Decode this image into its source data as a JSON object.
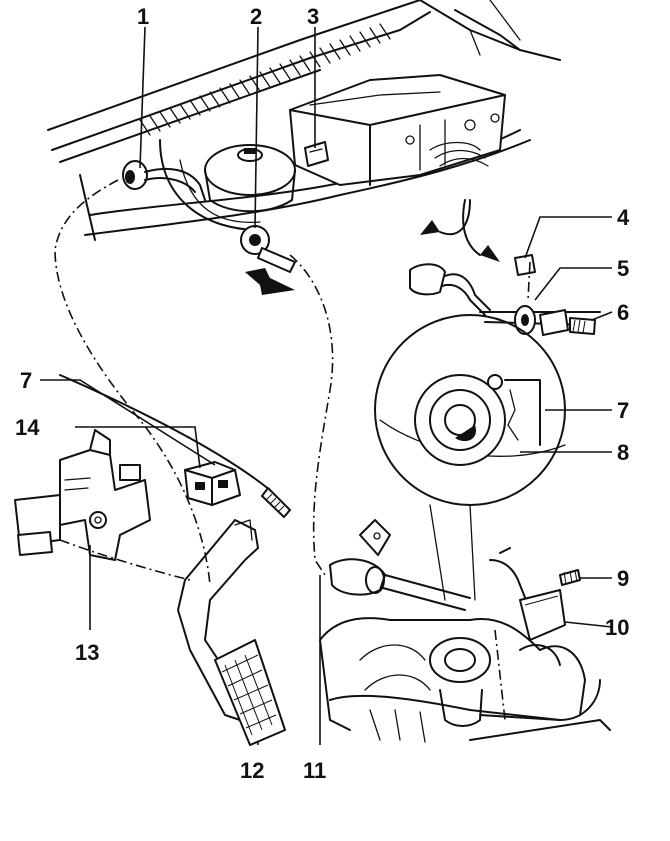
{
  "callouts": {
    "c1": "1",
    "c2": "2",
    "c3": "3",
    "c4": "4",
    "c5": "5",
    "c6": "6",
    "c7a": "7",
    "c7b": "7",
    "c8": "8",
    "c9": "9",
    "c10": "10",
    "c11": "11",
    "c12": "12",
    "c13": "13",
    "c14": "14"
  },
  "colors": {
    "ink": "#111111",
    "paper": "#ffffff"
  }
}
